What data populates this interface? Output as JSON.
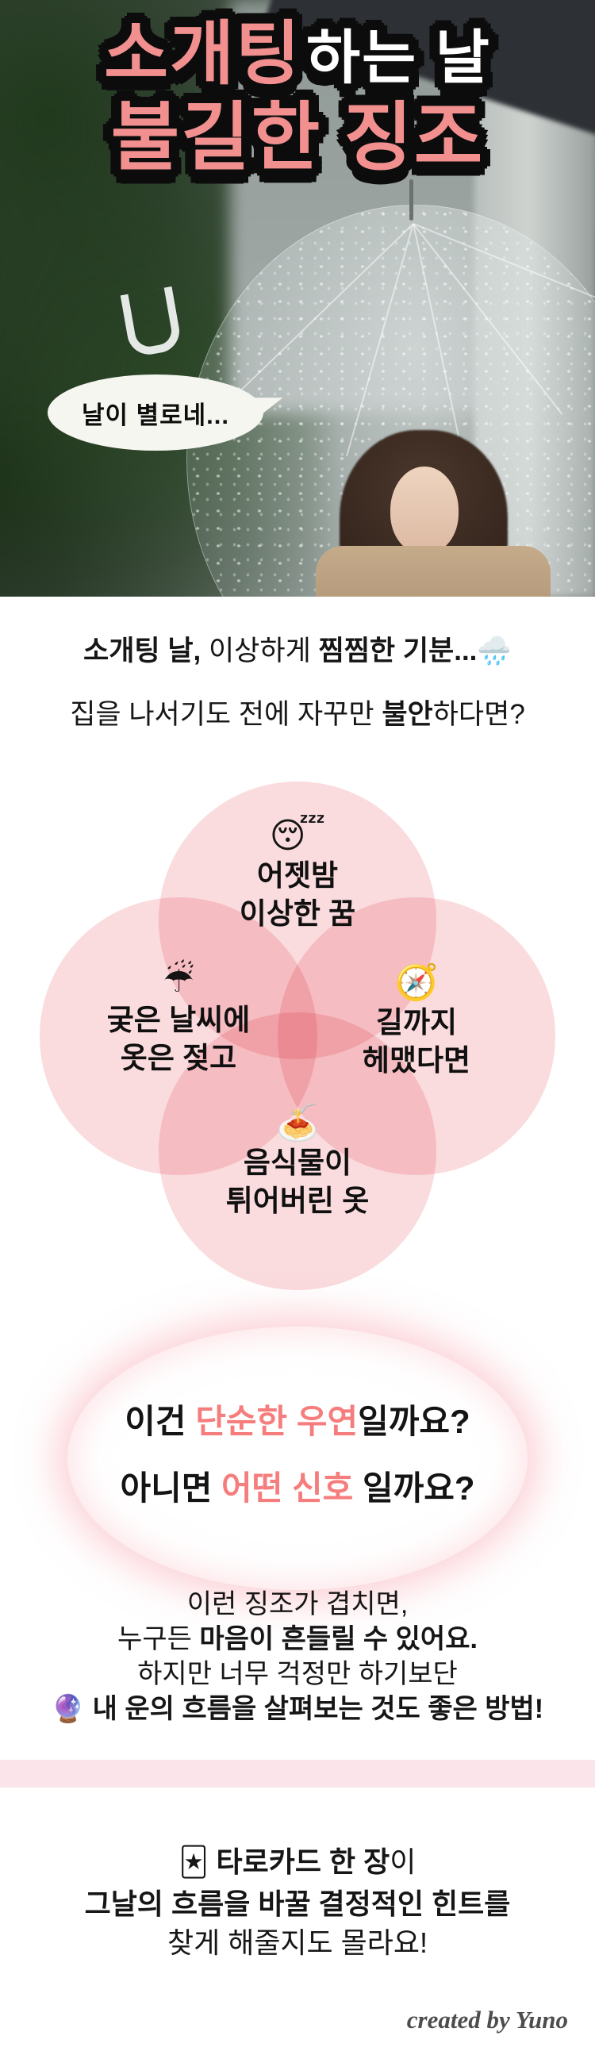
{
  "colors": {
    "title_pink": "#F28F8F",
    "question_accent_pink": "#F67D7D",
    "petal_pink": "#FADBDE",
    "divider_band_pink": "#FCE5EA"
  },
  "hero": {
    "title_accent": "소개팅",
    "title_rest": "하는 날",
    "title_line2": "불길한 징조",
    "speech_bubble": "날이 별로네..."
  },
  "intro": {
    "line1_seg1": "소개팅 날,",
    "line1_seg2": " 이상하게 ",
    "line1_seg3": "찜찜한 기분...",
    "line1_emoji": "🌧️",
    "line2_seg1": "집을 나서기도 전에 자꾸만 ",
    "line2_seg2": "불안",
    "line2_seg3": "하다면?"
  },
  "signs": [
    {
      "emoji": "😴",
      "line1": "어젯밤",
      "line2": "이상한 꿈"
    },
    {
      "emoji": "☔",
      "line1": "궂은 날씨에",
      "line2": "옷은 젖고"
    },
    {
      "emoji": "🧭",
      "line1": "길까지",
      "line2": "헤맸다면"
    },
    {
      "emoji": "🍝",
      "line1": "음식물이",
      "line2": "튀어버린 옷"
    }
  ],
  "question": {
    "line1_seg1": "이건 ",
    "line1_seg2": "단순한 우연",
    "line1_seg3": "일까요?",
    "line2_seg1": "아니면 ",
    "line2_seg2": "어떤 신호",
    "line2_seg3": " 일까요?"
  },
  "advice": {
    "line1": "이런 징조가 겹치면,",
    "line2_seg1": "누구든 ",
    "line2_seg2": "마음이 흔들릴 수 있어요.",
    "line3": "하지만 너무 걱정만 하기보단",
    "line4_emoji": "🔮",
    "line4_text": " 내 운의 흐름을 살펴보는 것도 좋은 방법!"
  },
  "tarot": {
    "line1_emoji": "🃏",
    "line1_seg1": " 타로카드 한 장",
    "line1_seg2": "이",
    "line2": "그날의 흐름을 바꿀 결정적인 힌트를",
    "line3": "찾게 해줄지도 몰라요!"
  },
  "footer": {
    "credit": "created by Yuno"
  }
}
